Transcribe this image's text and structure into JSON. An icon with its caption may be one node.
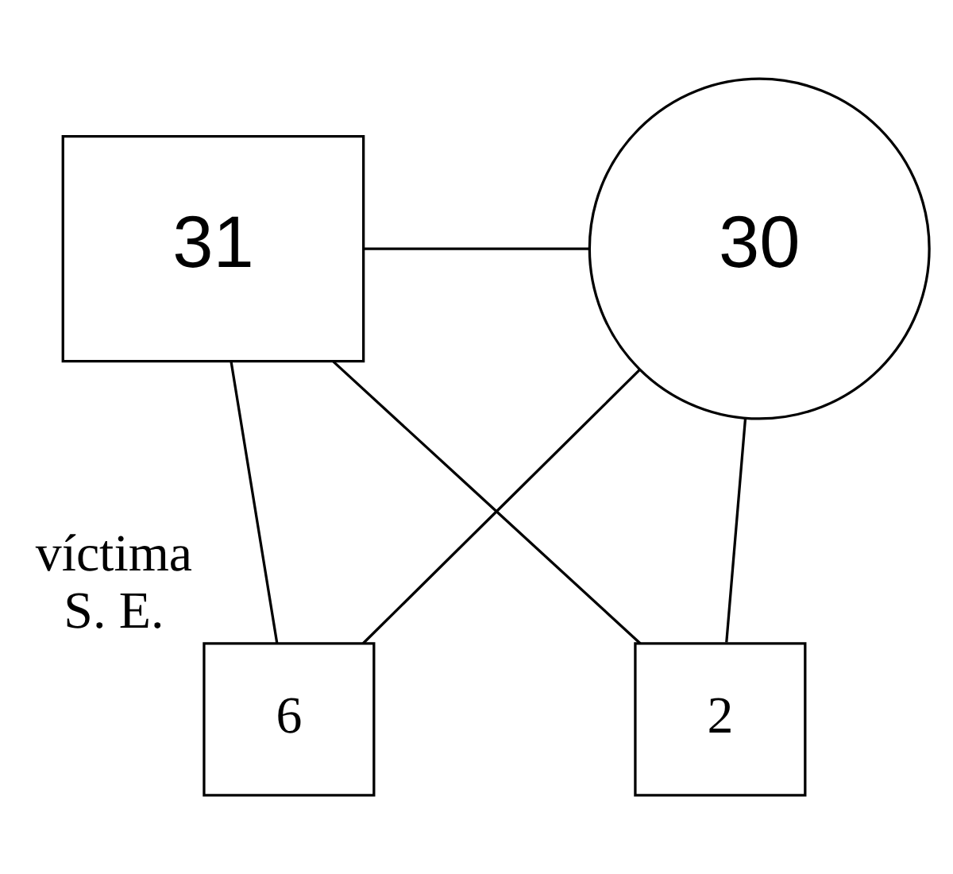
{
  "diagram": {
    "nodes": [
      {
        "text": [
          "31"
        ]
      },
      {
        "text": [
          "30"
        ]
      },
      {
        "text": [
          "6"
        ],
        "beside": [
          "víctima",
          "S. E."
        ]
      },
      {
        "text": [
          "2"
        ]
      }
    ],
    "edges": [
      {
        "from": 0,
        "to": 1,
        "arrow": "none"
      },
      {
        "from": 0,
        "to": 2,
        "arrow": "none"
      },
      {
        "from": 0,
        "to": 3,
        "arrow": "none"
      },
      {
        "from": 1,
        "to": 2,
        "arrow": "none"
      },
      {
        "from": 1,
        "to": 3,
        "arrow": "none"
      }
    ]
  }
}
